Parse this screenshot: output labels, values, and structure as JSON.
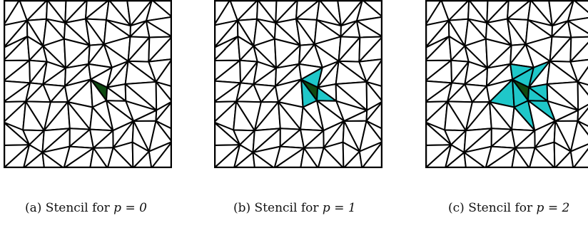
{
  "figure": {
    "panels": [
      {
        "id": "a",
        "caption_prefix": "(a) Stencil for ",
        "caption_math": "p = 0",
        "order": 0
      },
      {
        "id": "b",
        "caption_prefix": "(b) Stencil for ",
        "caption_math": "p = 1",
        "order": 1
      },
      {
        "id": "c",
        "caption_prefix": "(c) Stencil for ",
        "caption_math": "p = 2",
        "order": 2
      }
    ],
    "colors": {
      "center_cell": "#0f4a12",
      "stencil_cell": "#1fc7c9",
      "edge": "#000000",
      "background": "#ffffff"
    }
  }
}
